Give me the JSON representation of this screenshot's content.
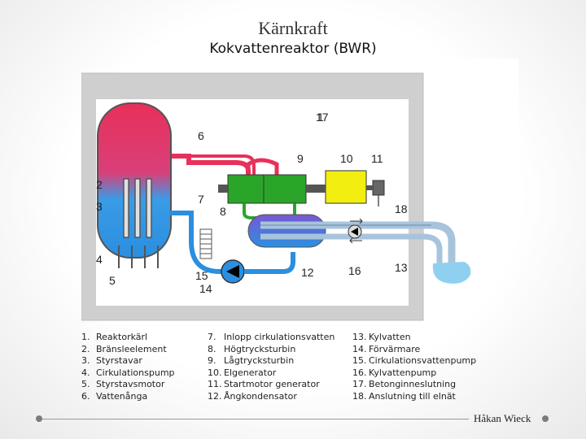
{
  "title": "Kärnkraft",
  "subtitle": "Kokvattenreaktor (BWR)",
  "diagram_numbers": [
    "1",
    "2",
    "3",
    "4",
    "5",
    "6",
    "7",
    "8",
    "9",
    "10",
    "11",
    "12",
    "13",
    "14",
    "15",
    "16",
    "17",
    "18"
  ],
  "legend": {
    "col1": [
      {
        "n": "1.",
        "label": "Reaktorkärl"
      },
      {
        "n": "2.",
        "label": "Bränsleelement"
      },
      {
        "n": "3.",
        "label": "Styrstavar"
      },
      {
        "n": "4.",
        "label": "Cirkulationspump"
      },
      {
        "n": "5.",
        "label": "Styrstavsmotor"
      },
      {
        "n": "6.",
        "label": "Vattenånga"
      }
    ],
    "col2": [
      {
        "n": "7.",
        "label": "Inlopp cirkulationsvatten"
      },
      {
        "n": "8.",
        "label": "Högtrycksturbin"
      },
      {
        "n": "9.",
        "label": "Lågtrycksturbin"
      },
      {
        "n": "10.",
        "label": "Elgenerator"
      },
      {
        "n": "11.",
        "label": "Startmotor generator"
      },
      {
        "n": "12.",
        "label": "Ångkondensator"
      }
    ],
    "col3": [
      {
        "n": "13.",
        "label": "Kylvatten"
      },
      {
        "n": "14.",
        "label": "Förvärmare"
      },
      {
        "n": "15.",
        "label": "Cirkulationsvattenpump"
      },
      {
        "n": "16.",
        "label": "Kylvattenpump"
      },
      {
        "n": "17.",
        "label": "Betonginneslutning"
      },
      {
        "n": "18.",
        "label": "Anslutning till elnät"
      }
    ]
  },
  "author": "Håkan Wieck",
  "colors": {
    "containment": "#cfcfcf",
    "steam_red": "#e8305a",
    "water_blue": "#2a8fe0",
    "turbine_green": "#2aa52a",
    "generator_yellow": "#f2ee10",
    "cooling_pipe": "#a8c4dc",
    "cooling_pool": "#8fd0f0"
  }
}
